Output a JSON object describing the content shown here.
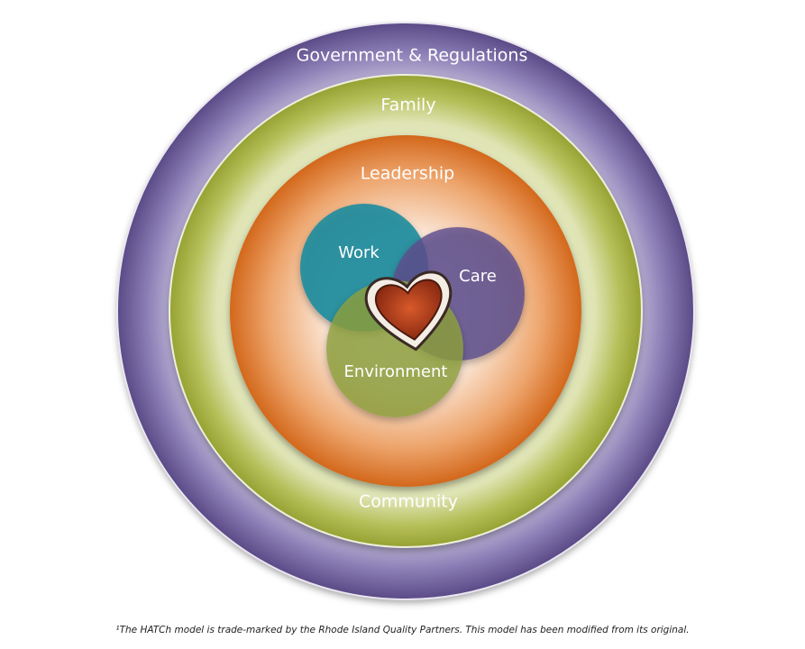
{
  "diagram": {
    "rings": [
      {
        "label": "Government & Regulations",
        "color": "#6a5a96"
      },
      {
        "label": "Family",
        "color": "#a1ad3b"
      },
      {
        "label": "Leadership",
        "color": "#d8742a"
      },
      {
        "label": "Community"
      }
    ],
    "venn": [
      {
        "label": "Work",
        "color": "#1e8d9e"
      },
      {
        "label": "Care",
        "color": "#6a5a96"
      },
      {
        "label": "Environment",
        "color": "#8ea23d"
      }
    ],
    "center_icon": "heart-icon",
    "heart_color": "#c0451f"
  },
  "footnote": "¹The HATCh model is trade-marked by the Rhode Island Quality Partners.  This model has been modified from its original."
}
